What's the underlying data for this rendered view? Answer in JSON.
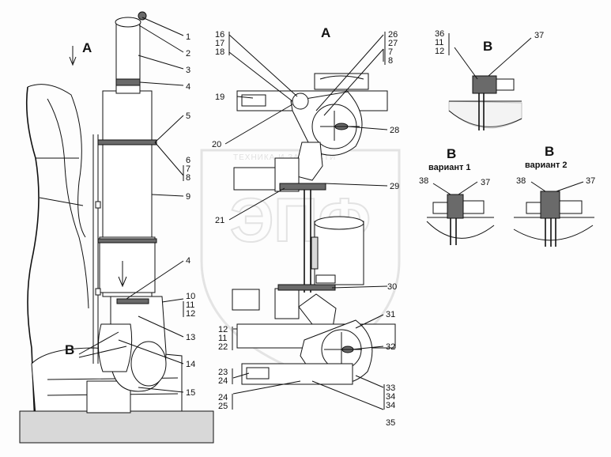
{
  "view_labels": {
    "a_left": "A",
    "a_center": "A",
    "b_left": "B",
    "b_main": "B",
    "b_var1": "B",
    "b_var2": "B"
  },
  "variant_labels": {
    "v1": "вариант 1",
    "v2": "вариант 2"
  },
  "watermark": {
    "line1": "ТЕХНИКА И ЗАПЧАСТИ",
    "line2": "ЭПФ"
  },
  "callouts_left": [
    "1",
    "2",
    "3",
    "4",
    "5",
    "6",
    "7",
    "8",
    "9",
    "4",
    "10",
    "11",
    "12",
    "13",
    "14",
    "15"
  ],
  "callouts_center": [
    "16",
    "17",
    "18",
    "19",
    "20",
    "21",
    "26",
    "27",
    "7",
    "8",
    "28",
    "29",
    "30",
    "31",
    "32",
    "12",
    "11",
    "22",
    "23",
    "24",
    "24",
    "25",
    "33",
    "34",
    "34",
    "35"
  ],
  "callouts_right": [
    "36",
    "11",
    "12",
    "37",
    "38",
    "37",
    "38",
    "37"
  ]
}
